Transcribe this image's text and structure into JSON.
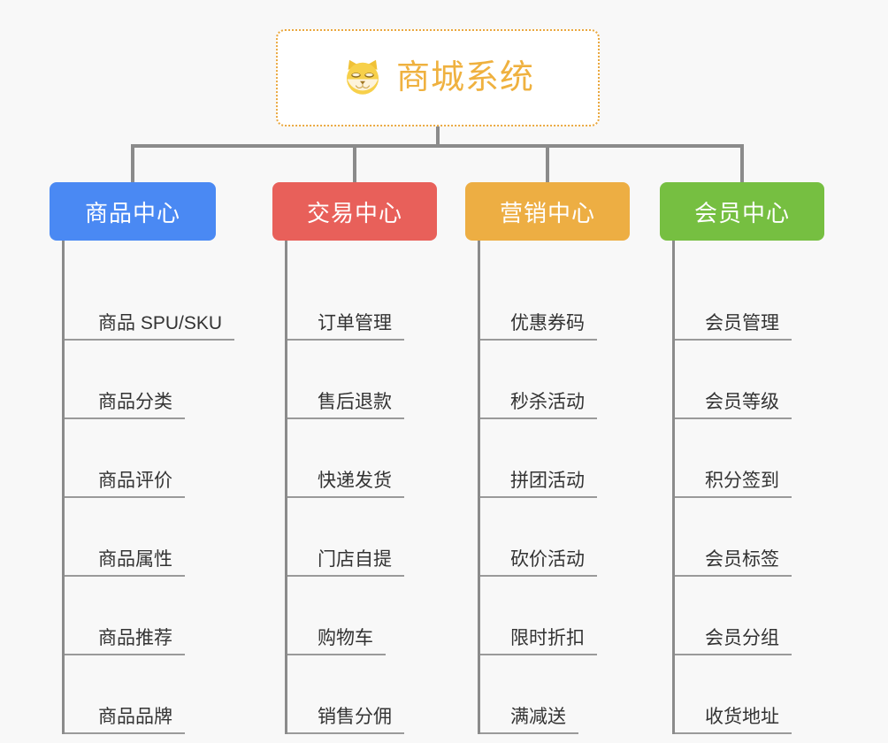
{
  "diagram": {
    "type": "org-chart",
    "background_color": "#f8f8f8",
    "connector_color": "#8b8b8b"
  },
  "root": {
    "label": "商城系统",
    "icon": "shiba-dog-icon",
    "text_color": "#efb13f",
    "border_color": "#eaa83f",
    "background_color": "#ffffff"
  },
  "categories": [
    {
      "label": "商品中心",
      "color": "#4a89f3",
      "items": [
        {
          "label": "商品 SPU/SKU"
        },
        {
          "label": "商品分类"
        },
        {
          "label": "商品评价"
        },
        {
          "label": "商品属性"
        },
        {
          "label": "商品推荐"
        },
        {
          "label": "商品品牌"
        }
      ]
    },
    {
      "label": "交易中心",
      "color": "#e8605a",
      "items": [
        {
          "label": "订单管理"
        },
        {
          "label": "售后退款"
        },
        {
          "label": "快递发货"
        },
        {
          "label": "门店自提"
        },
        {
          "label": "购物车"
        },
        {
          "label": "销售分佣"
        }
      ]
    },
    {
      "label": "营销中心",
      "color": "#edae43",
      "items": [
        {
          "label": "优惠券码"
        },
        {
          "label": "秒杀活动"
        },
        {
          "label": "拼团活动"
        },
        {
          "label": "砍价活动"
        },
        {
          "label": "限时折扣"
        },
        {
          "label": "满减送"
        }
      ]
    },
    {
      "label": "会员中心",
      "color": "#76bf41",
      "items": [
        {
          "label": "会员管理"
        },
        {
          "label": "会员等级"
        },
        {
          "label": "积分签到"
        },
        {
          "label": "会员标签"
        },
        {
          "label": "会员分组"
        },
        {
          "label": "收货地址"
        }
      ]
    }
  ]
}
